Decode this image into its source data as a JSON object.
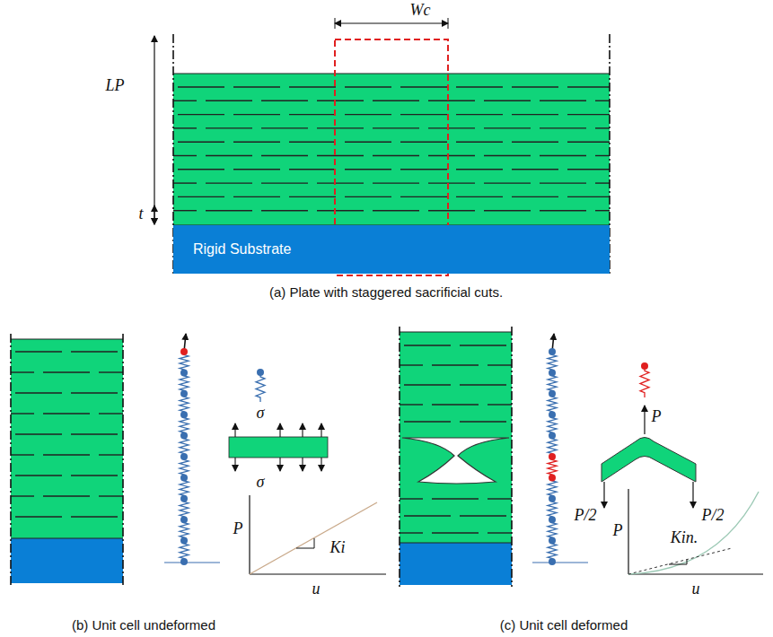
{
  "diagram": {
    "nodes": [
      {
        "text": [
          "Rigid Substrate"
        ]
      }
    ],
    "labels": [
      "Wc",
      "LP",
      "t",
      "(a) Plate with staggered sacrificial cuts.",
      "σ",
      "σ",
      "P",
      "u",
      "Ki",
      "(b) Unit cell undeformed",
      "P",
      "P/2",
      "P/2",
      "P",
      "u",
      "Kin.",
      "(c) Unit cell deformed"
    ]
  }
}
